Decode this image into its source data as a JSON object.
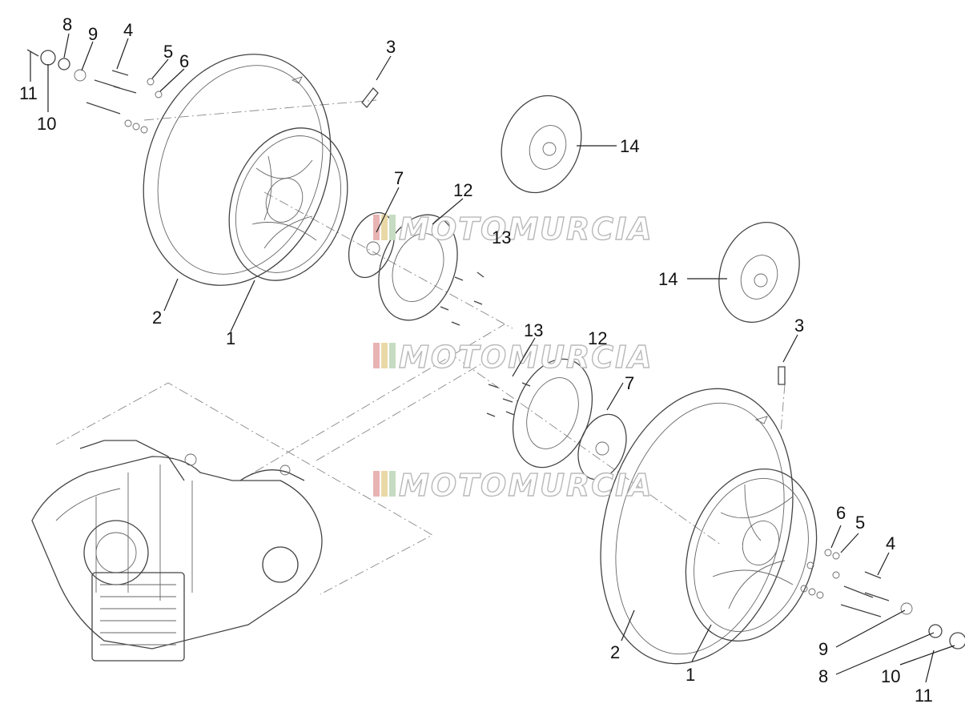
{
  "diagram": {
    "watermark": "MOTOMURCIA",
    "callouts": [
      {
        "id": "c8-top",
        "label": "8"
      },
      {
        "id": "c9-top",
        "label": "9"
      },
      {
        "id": "c4-top",
        "label": "4"
      },
      {
        "id": "c5-top",
        "label": "5"
      },
      {
        "id": "c6-top",
        "label": "6"
      },
      {
        "id": "c11-top",
        "label": "11"
      },
      {
        "id": "c10-top",
        "label": "10"
      },
      {
        "id": "c3-top",
        "label": "3"
      },
      {
        "id": "c14-top",
        "label": "14"
      },
      {
        "id": "c7-top",
        "label": "7"
      },
      {
        "id": "c12-top",
        "label": "12"
      },
      {
        "id": "c13-top",
        "label": "13"
      },
      {
        "id": "c2-top",
        "label": "2"
      },
      {
        "id": "c1-top",
        "label": "1"
      },
      {
        "id": "c14-right",
        "label": "14"
      },
      {
        "id": "c3-right",
        "label": "3"
      },
      {
        "id": "c13-mid",
        "label": "13"
      },
      {
        "id": "c12-mid",
        "label": "12"
      },
      {
        "id": "c7-mid",
        "label": "7"
      },
      {
        "id": "c6-bottom",
        "label": "6"
      },
      {
        "id": "c5-bottom",
        "label": "5"
      },
      {
        "id": "c4-bottom",
        "label": "4"
      },
      {
        "id": "c9-bottom",
        "label": "9"
      },
      {
        "id": "c8-bottom",
        "label": "8"
      },
      {
        "id": "c10-bottom",
        "label": "10"
      },
      {
        "id": "c11-bottom",
        "label": "11"
      },
      {
        "id": "c2-bottom",
        "label": "2"
      },
      {
        "id": "c1-bottom",
        "label": "1"
      }
    ]
  }
}
